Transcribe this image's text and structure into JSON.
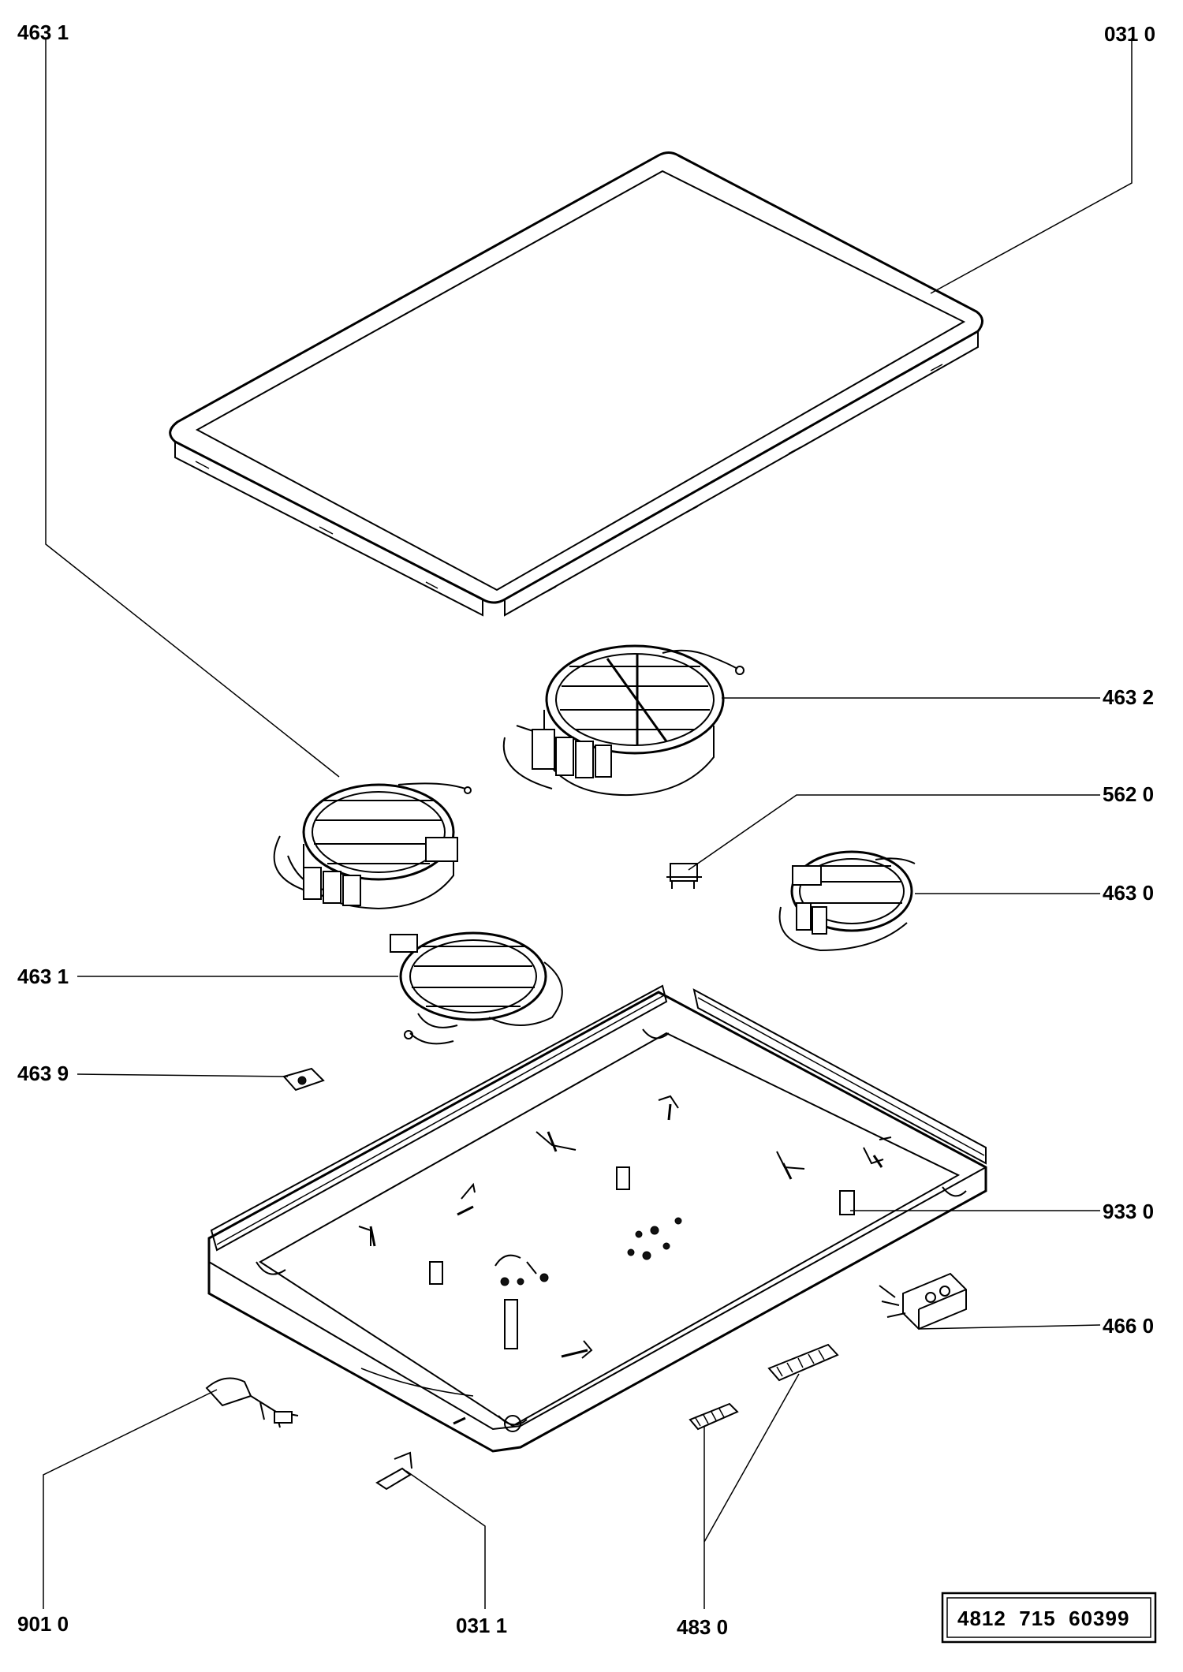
{
  "diagram": {
    "part_labels": {
      "l_4631_top": "463 1",
      "l_0310": "031 0",
      "l_4632": "463 2",
      "l_5620": "562 0",
      "l_4630": "463 0",
      "l_4631_mid": "463 1",
      "l_4639": "463 9",
      "l_9330": "933 0",
      "l_4660": "466 0",
      "l_9010": "901 0",
      "l_0311": "031 1",
      "l_4830": "483 0"
    },
    "reference_number": "4812  715  60399"
  }
}
